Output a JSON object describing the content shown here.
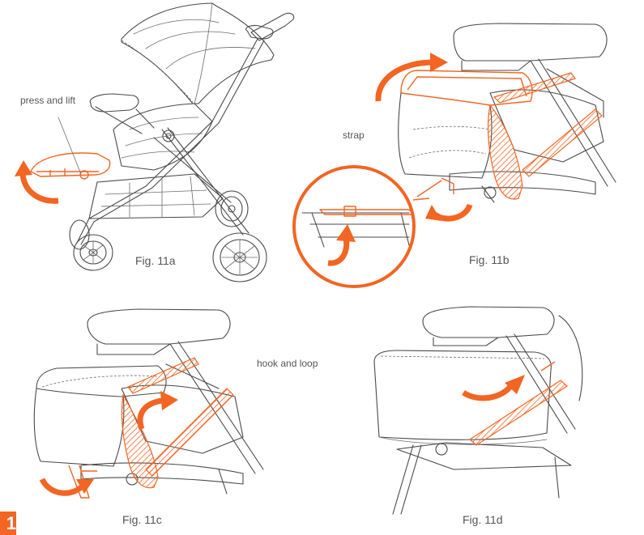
{
  "figures": {
    "fig_11a": {
      "caption": "Fig. 11a",
      "callout": "press and lift"
    },
    "fig_11b": {
      "caption": "Fig. 11b",
      "callout": "strap"
    },
    "fig_11c": {
      "caption": "Fig. 11c",
      "callout": "hook and loop"
    },
    "fig_11d": {
      "caption": "Fig. 11d"
    }
  },
  "page_tab": {
    "text": "1"
  },
  "colors": {
    "accent": "#f26522",
    "line": "#4a4a4a",
    "text": "#555555"
  }
}
